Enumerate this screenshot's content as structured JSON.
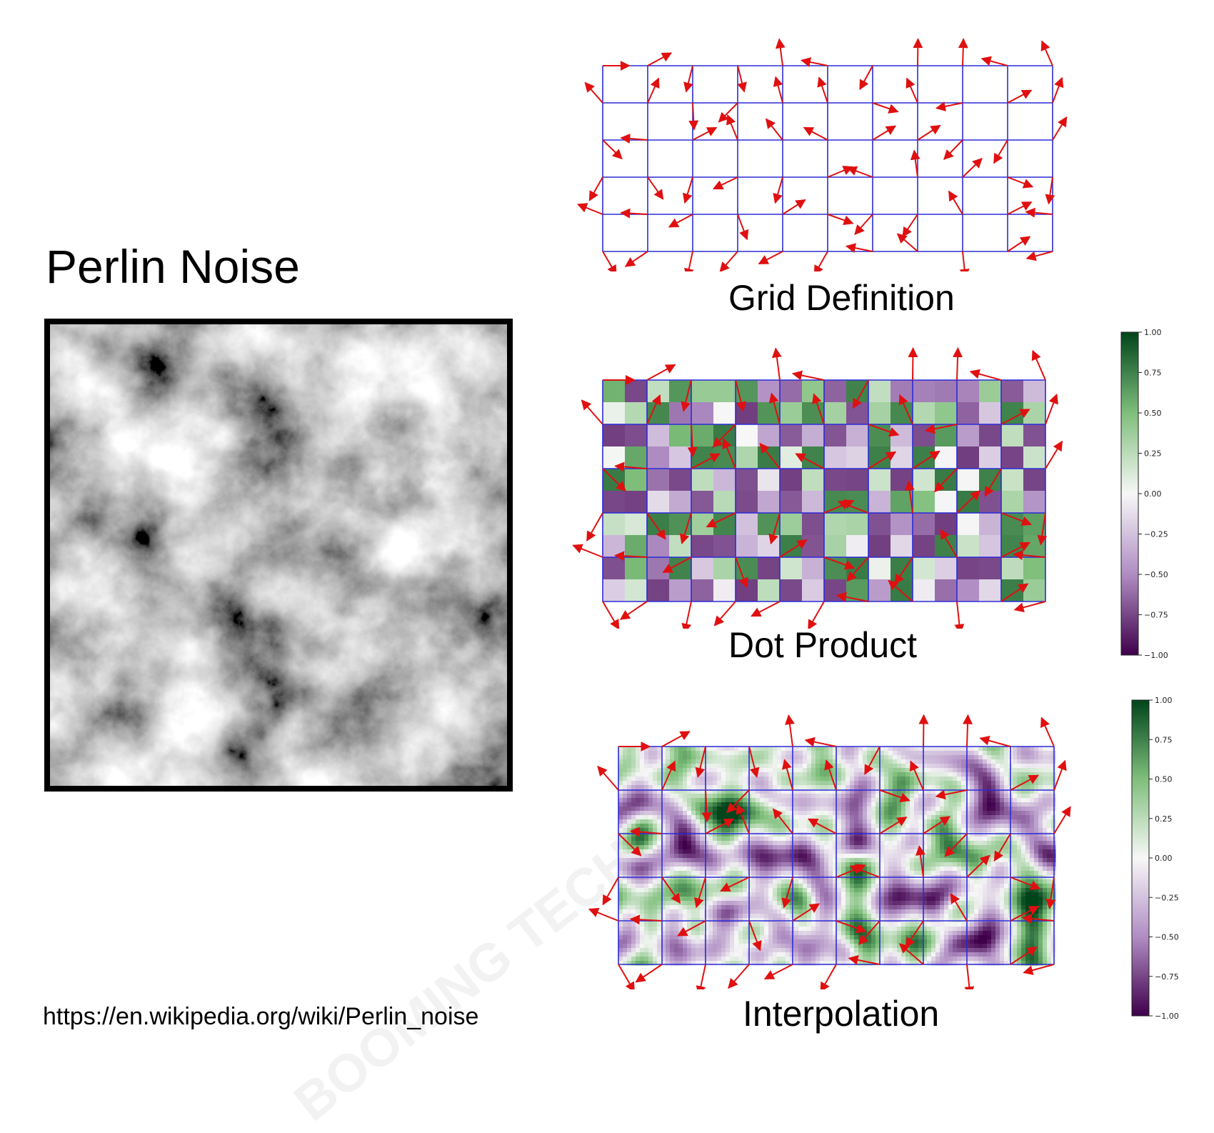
{
  "slide": {
    "title": "Perlin Noise",
    "source_url": "https://en.wikipedia.org/wiki/Perlin_noise",
    "watermark": "BOOMING TECH"
  },
  "panels": {
    "grid": {
      "caption": "Grid Definition"
    },
    "dot": {
      "caption": "Dot Product"
    },
    "interp": {
      "caption": "Interpolation"
    }
  },
  "colorbar": {
    "ticks": [
      "1.00",
      "0.75",
      "0.50",
      "0.25",
      "0.00",
      "−0.25",
      "−0.50",
      "−0.75",
      "−1.00"
    ],
    "top_color": "#00441b",
    "mid_color": "#f7f7f7",
    "bottom_color": "#40004b"
  },
  "colors": {
    "grid_lines": "#2b2bd9",
    "gradient_arrows": "#e01010"
  }
}
